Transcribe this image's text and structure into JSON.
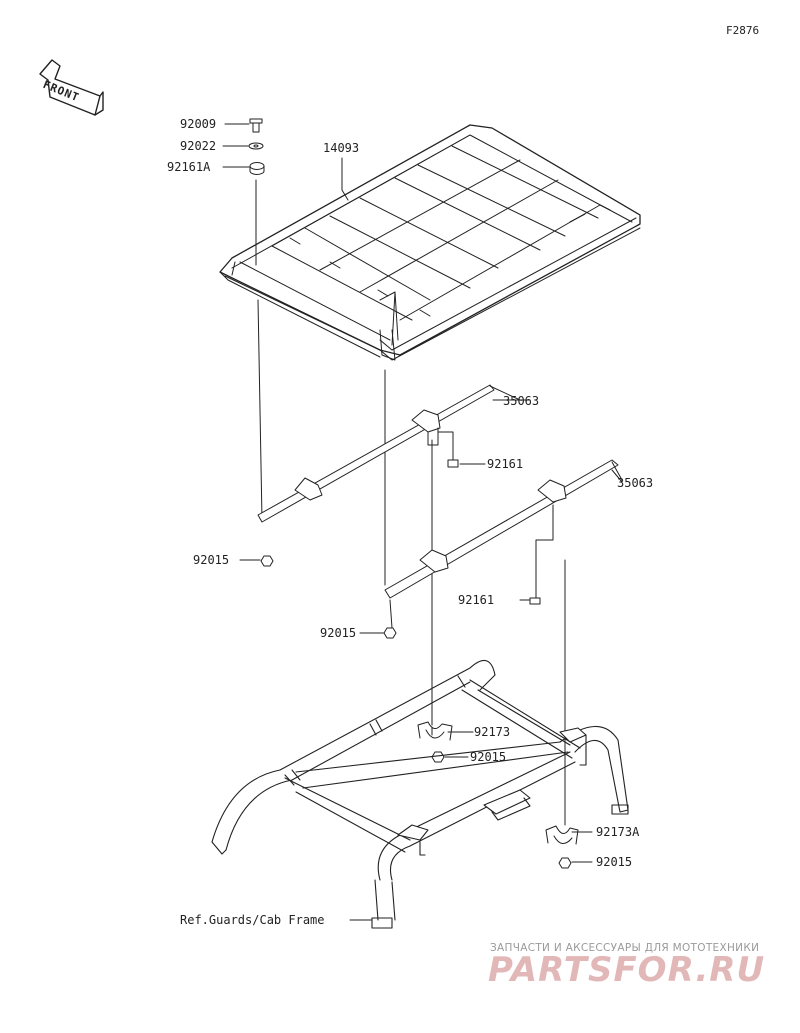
{
  "figure_code": "F2876",
  "front_marker": "FRONT",
  "parts": {
    "roof": "14093",
    "bolt": "92009",
    "washer": "92022",
    "collar": "92161A",
    "bracket_upper": "35063",
    "bracket_lower": "35063",
    "spacer_upper": "92161",
    "spacer_lower": "92161",
    "nut_left": "92015",
    "nut_mid": "92015",
    "clamp": "92173",
    "nut_clamp": "92015",
    "clamp_a": "92173A",
    "nut_clamp_a": "92015"
  },
  "reference": "Ref.Guards/Cab Frame",
  "watermark": {
    "tagline": "ЗАПЧАСТИ И АКСЕССУАРЫ ДЛЯ МОТОТЕХНИКИ",
    "logo": "PARTSFOR.RU"
  }
}
